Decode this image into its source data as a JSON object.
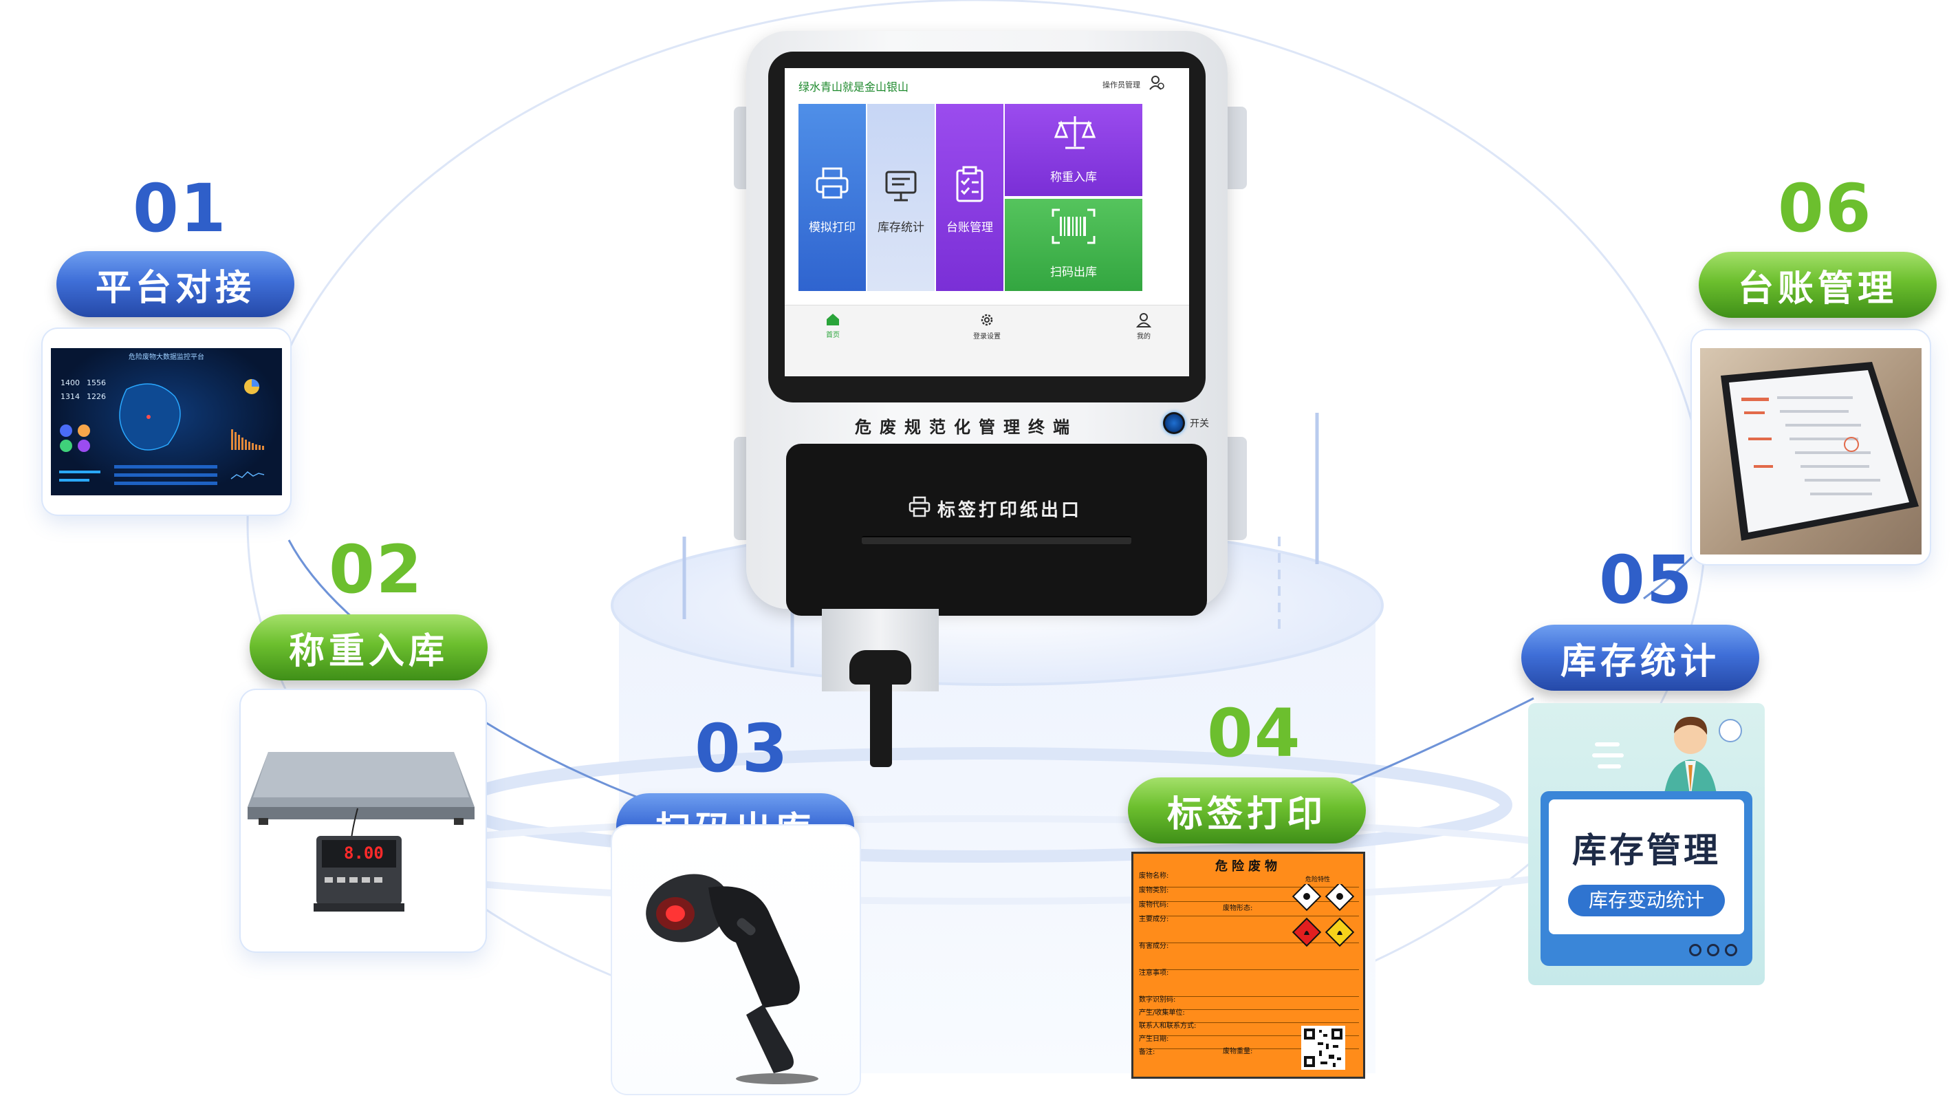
{
  "device": {
    "slogan": "绿水青山就是金山银山",
    "operator_label": "操作员管理",
    "tiles": {
      "print": "模拟打印",
      "stats": "库存统计",
      "ledger": "台账管理",
      "weigh": "称重入库",
      "scan": "扫码出库"
    },
    "nav": {
      "home": "首页",
      "settings": "登录设置",
      "profile": "我的"
    },
    "name": "危废规范化管理终端",
    "power_label": "开关",
    "printer_outlet": "标签打印纸出口"
  },
  "features": [
    {
      "num": "01",
      "title": "平台对接"
    },
    {
      "num": "02",
      "title": "称重入库"
    },
    {
      "num": "03",
      "title": "扫码出库"
    },
    {
      "num": "04",
      "title": "标签打印"
    },
    {
      "num": "05",
      "title": "库存统计"
    },
    {
      "num": "06",
      "title": "台账管理"
    }
  ],
  "dashboard": {
    "title": "危险废物大数据监控平台",
    "kpis": [
      "1400",
      "1556",
      "1314",
      "1226"
    ]
  },
  "scale_display": "8.00",
  "hazard_label": {
    "title": "危险废物",
    "rows": [
      "废物名称:",
      "废物类别:",
      "废物代码:",
      "主要成分:",
      "有害成分:",
      "注意事项:",
      "数字识别码:",
      "产生/收集单位:",
      "联系人和联系方式:",
      "产生日期:",
      "备注:"
    ],
    "form_label": "废物形态:",
    "hazard_props": "危险特性",
    "weight_label": "废物重量:"
  },
  "inventory": {
    "title": "库存管理",
    "subtitle": "库存变动统计"
  },
  "colors": {
    "blue": "#3f6fd8",
    "green": "#6cbf2e",
    "tile_blue": "#3a78e0",
    "tile_purple": "#8a3fe0",
    "tile_green": "#3fb24a",
    "label_orange": "#ff8c1a"
  }
}
